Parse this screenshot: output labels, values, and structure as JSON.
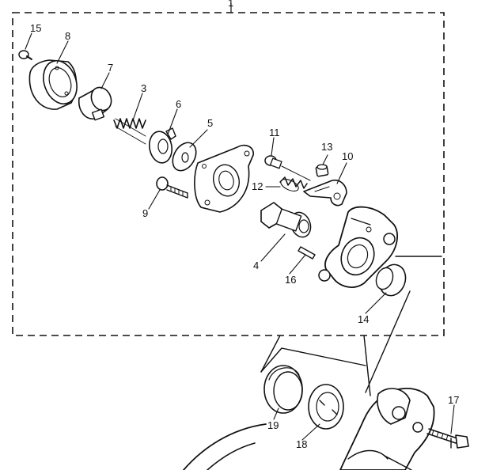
{
  "assembly_label": "1",
  "callouts": {
    "c1": "15",
    "c2": "8",
    "c3": "7",
    "c4": "3",
    "c5": "6",
    "c6": "5",
    "c7": "9",
    "c8": "11",
    "c9": "12",
    "c10": "13",
    "c11": "10",
    "c12": "4",
    "c13": "16",
    "c14": "14",
    "c15": "19",
    "c16": "18",
    "c17": "17"
  }
}
